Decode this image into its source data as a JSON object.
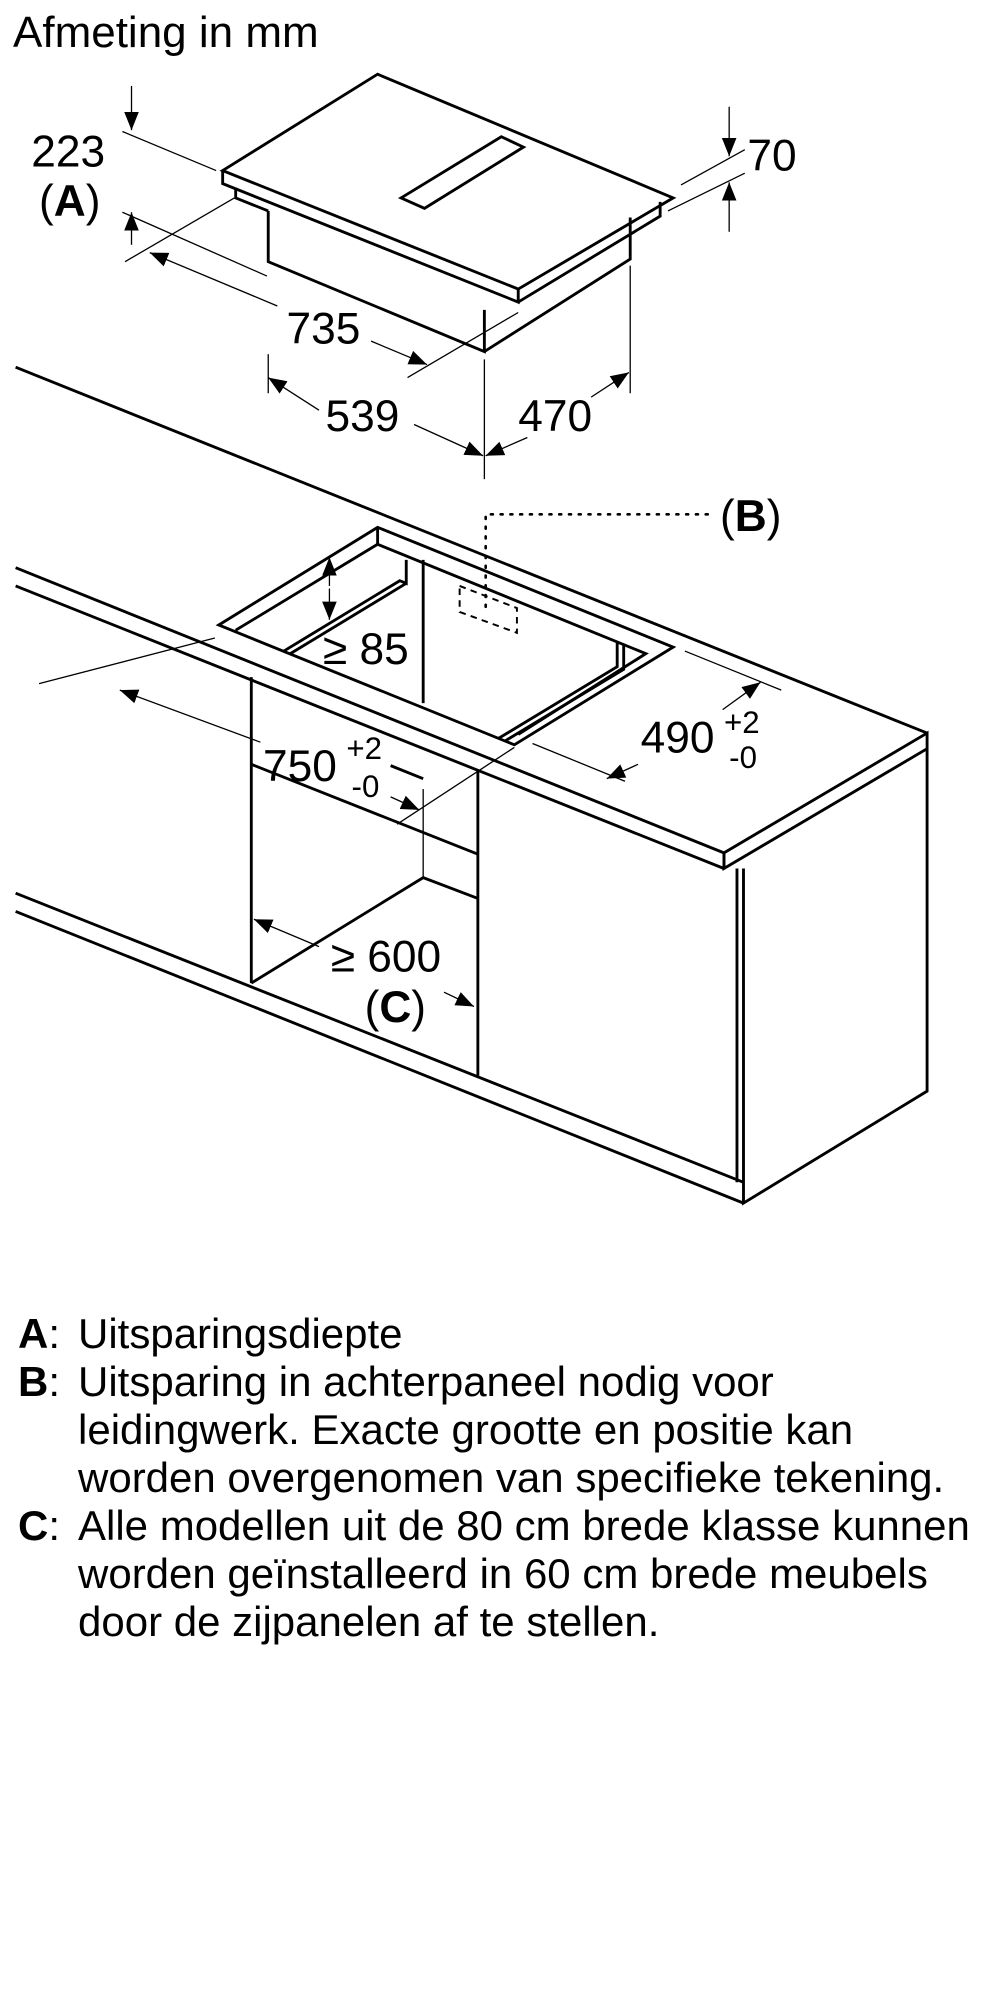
{
  "header": {
    "title": "Afmeting in mm"
  },
  "drawing": {
    "appliance_dimensions": {
      "overall_height": "223",
      "overall_height_ref": "A",
      "glass_thickness": "70",
      "total_width": "735",
      "body_width": "539",
      "body_depth": "470"
    },
    "cutout_dimensions": {
      "min_clearance_below_top": "≥ 85",
      "cutout_width": "750",
      "cutout_width_tol_plus": "+2",
      "cutout_width_tol_minus": "-0",
      "cutout_depth": "490",
      "cutout_depth_tol_plus": "+2",
      "cutout_depth_tol_minus": "-0",
      "min_cabinet_width": "≥ 600",
      "cabinet_width_ref": "C",
      "back_panel_ref": "B"
    },
    "line_color": "#000000",
    "background_color": "#ffffff"
  },
  "legend": [
    {
      "key": "A",
      "text": "Uitsparingsdiepte"
    },
    {
      "key": "B",
      "text": "Uitsparing in achterpaneel nodig voor leidingwerk. Exacte grootte en positie kan worden overgenomen van specifieke tekening."
    },
    {
      "key": "C",
      "text": "Alle modellen uit de 80 cm brede klasse kunnen worden geïnstalleerd in 60 cm brede meubels door de zijpanelen af te stellen."
    }
  ]
}
